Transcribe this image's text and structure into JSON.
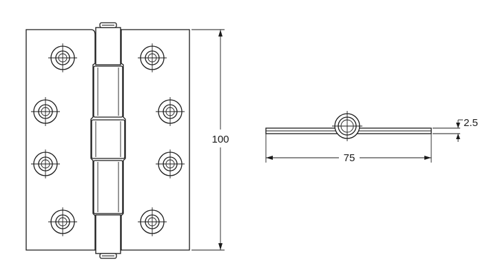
{
  "diagram": {
    "dimensions": {
      "height_label": "100",
      "width_label": "75",
      "thickness_label": "2.5"
    },
    "colors": {
      "line": "#1a1a1a",
      "background": "#ffffff"
    },
    "screw_holes_per_leaf": 4,
    "knuckles": 5
  }
}
